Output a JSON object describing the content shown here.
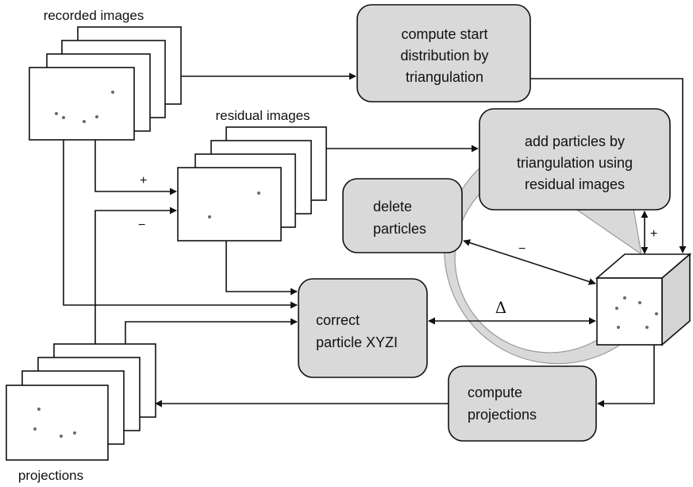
{
  "labels": {
    "recorded_images": "recorded images",
    "residual_images": "residual images",
    "projections": "projections"
  },
  "boxes": {
    "compute_start": [
      "compute start",
      "distribution by",
      "triangulation"
    ],
    "add_particles": [
      "add particles by",
      "triangulation using",
      "residual images"
    ],
    "delete_particles": [
      "delete",
      "particles"
    ],
    "correct_particle": [
      "correct",
      "particle XYZI"
    ],
    "compute_projections": [
      "compute",
      "projections"
    ]
  },
  "signs": {
    "plus_residual": "+",
    "minus_residual": "−",
    "plus_volume": "+",
    "minus_delete": "−",
    "delta": "Δ"
  },
  "colors": {
    "box_fill": "#d9d9d9",
    "cycle_arrow": "#d9d9d9",
    "stroke": "#111111"
  }
}
